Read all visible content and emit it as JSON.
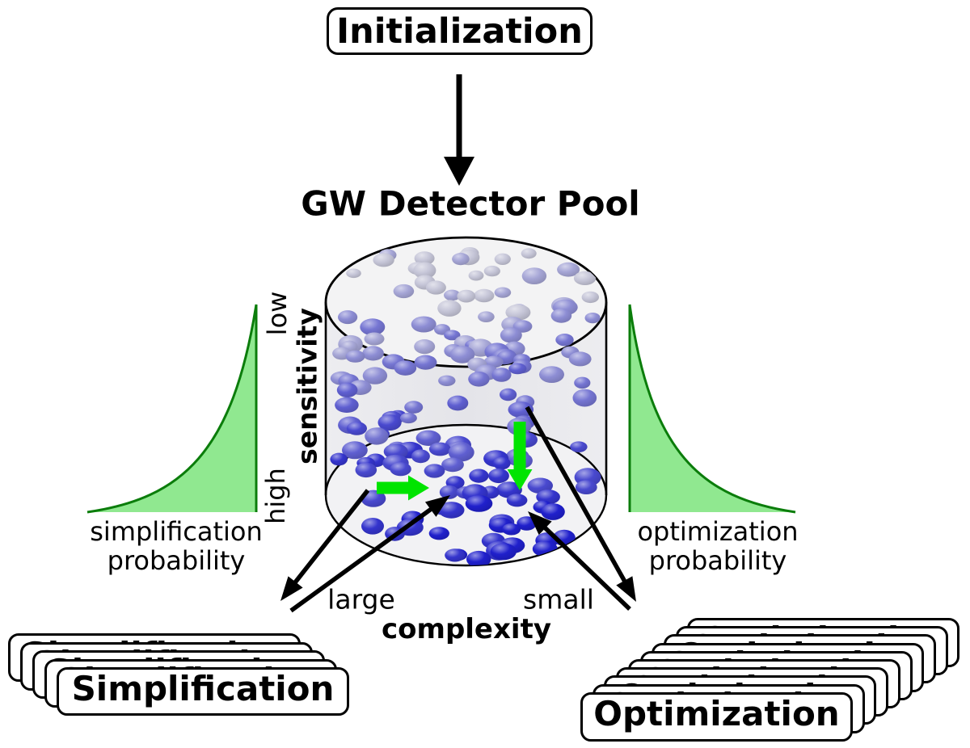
{
  "init": {
    "label": "Initialization"
  },
  "pool": {
    "title": "GW Detector Pool",
    "dot_count": 158,
    "dot_seed": 20240613,
    "dot_top_color": "#c6c6d8",
    "dot_bottom_color": "#2020cc"
  },
  "axes": {
    "sensitivity": {
      "label": "sensitivity",
      "low": "low",
      "high": "high"
    },
    "complexity": {
      "label": "complexity",
      "large": "large",
      "small": "small"
    }
  },
  "left_dist": {
    "label": "simplification\nprobability"
  },
  "right_dist": {
    "label": "optimization\nprobability"
  },
  "stacks": {
    "simplification": {
      "label": "Simplification",
      "count": 5
    },
    "optimization": {
      "label": "Optimization",
      "count": 10
    }
  },
  "colors": {
    "outline": "#000000",
    "arrow_green": "#00e400",
    "dist_fill": "#90e890",
    "dist_stroke": "#0b7d0b",
    "cylinder_wall_fill": "#eaeaee",
    "cylinder_top_fill": "#f3f3f4",
    "cylinder_floor_fill": "#f2f2f4"
  },
  "chart_data": [
    {
      "type": "area",
      "title": "simplification probability",
      "xlabel": "sensitivity (low → high toward pool)",
      "ylabel": "probability",
      "x": [
        0.0,
        0.2,
        0.4,
        0.6,
        0.8,
        0.95,
        1.0
      ],
      "values": [
        0.01,
        0.03,
        0.08,
        0.18,
        0.45,
        0.85,
        1.0
      ],
      "shape": "exponential rise toward the pool (high probability at high-sensitivity edge)",
      "legend": "none",
      "grid": false
    },
    {
      "type": "area",
      "title": "optimization probability",
      "xlabel": "sensitivity (high toward pool → low)",
      "ylabel": "probability",
      "x": [
        0.0,
        0.05,
        0.2,
        0.4,
        0.6,
        0.8,
        1.0
      ],
      "values": [
        1.0,
        0.85,
        0.45,
        0.18,
        0.08,
        0.03,
        0.01
      ],
      "shape": "exponential decay away from the pool (high probability at pool edge)",
      "legend": "none",
      "grid": false
    }
  ]
}
